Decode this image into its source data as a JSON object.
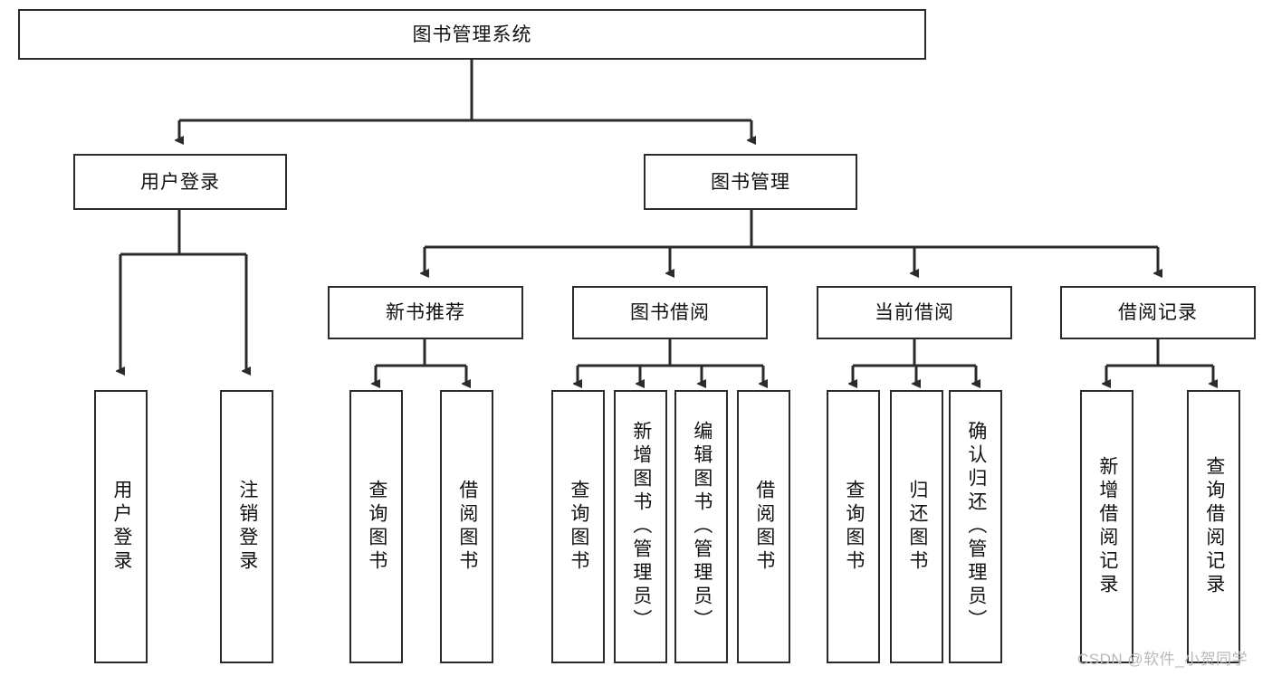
{
  "diagram": {
    "title": "图书管理系统",
    "type": "hierarchy-tree",
    "watermark": "CSDN @软件_小贺同学",
    "colors": {
      "box_border": "#2b2b2b",
      "box_fill": "#ffffff",
      "edge": "#2b2b2b",
      "text": "#111111",
      "watermark": "#b9b9b9"
    },
    "nodes": {
      "root": "图书管理系统",
      "level2": [
        "用户登录",
        "图书管理"
      ],
      "level3": [
        "新书推荐",
        "图书借阅",
        "当前借阅",
        "借阅记录"
      ],
      "leaves": {
        "user_login": [
          "用户登录",
          "注销登录"
        ],
        "new_book_recommend": [
          "查询图书",
          "借阅图书"
        ],
        "book_borrow": [
          "查询图书",
          "新增图书（管理员）",
          "编辑图书（管理员）",
          "借阅图书"
        ],
        "current_borrow": [
          "查询图书",
          "归还图书",
          "确认归还（管理员）"
        ],
        "borrow_record": [
          "新增借阅记录",
          "查询借阅记录"
        ]
      }
    },
    "edges": [
      {
        "from": "图书管理系统",
        "to": "用户登录"
      },
      {
        "from": "图书管理系统",
        "to": "图书管理"
      },
      {
        "from": "用户登录",
        "to": "用户登录"
      },
      {
        "from": "用户登录",
        "to": "注销登录"
      },
      {
        "from": "图书管理",
        "to": "新书推荐"
      },
      {
        "from": "图书管理",
        "to": "图书借阅"
      },
      {
        "from": "图书管理",
        "to": "当前借阅"
      },
      {
        "from": "图书管理",
        "to": "借阅记录"
      },
      {
        "from": "新书推荐",
        "to": "查询图书"
      },
      {
        "from": "新书推荐",
        "to": "借阅图书"
      },
      {
        "from": "图书借阅",
        "to": "查询图书"
      },
      {
        "from": "图书借阅",
        "to": "新增图书（管理员）"
      },
      {
        "from": "图书借阅",
        "to": "编辑图书（管理员）"
      },
      {
        "from": "图书借阅",
        "to": "借阅图书"
      },
      {
        "from": "当前借阅",
        "to": "查询图书"
      },
      {
        "from": "当前借阅",
        "to": "归还图书"
      },
      {
        "from": "当前借阅",
        "to": "确认归还（管理员）"
      },
      {
        "from": "借阅记录",
        "to": "新增借阅记录"
      },
      {
        "from": "借阅记录",
        "to": "查询借阅记录"
      }
    ]
  }
}
